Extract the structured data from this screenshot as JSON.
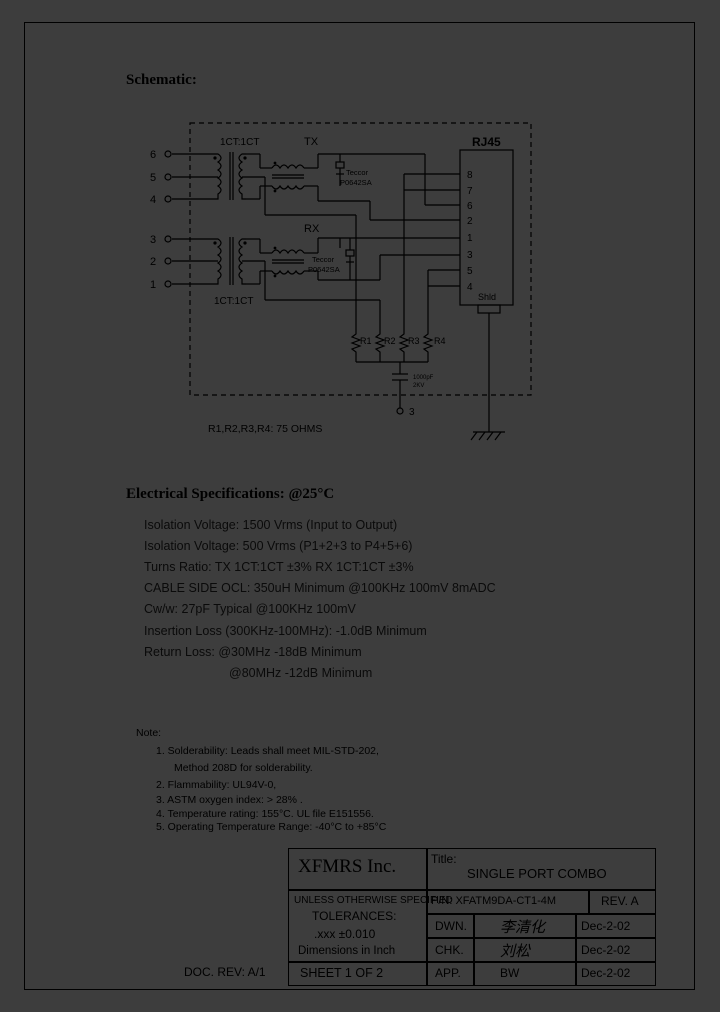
{
  "schematic": {
    "heading": "Schematic:",
    "rj45_label": "RJ45",
    "tx_label": "TX",
    "rx_label": "RX",
    "ratio_top": "1CT:1CT",
    "ratio_bottom": "1CT:1CT",
    "left_pins": [
      "6",
      "5",
      "4",
      "3",
      "2",
      "1"
    ],
    "rj45_pins": [
      "8",
      "7",
      "6",
      "2",
      "1",
      "3",
      "5",
      "4"
    ],
    "rj45_shield": "Shld",
    "teccor_tx": [
      "Teccor",
      "P0642SA"
    ],
    "teccor_rx": [
      "Teccor",
      "P0642SA"
    ],
    "resistors": [
      "R1",
      "R2",
      "R3",
      "R4"
    ],
    "cap_label": [
      "1000pF",
      "2KV"
    ],
    "ground_pin": "3",
    "resistor_note": "R1,R2,R3,R4: 75 OHMS"
  },
  "electrical": {
    "heading": "Electrical   Specifications: @25°C",
    "lines": [
      "Isolation Voltage:  1500 Vrms (Input to Output)",
      "Isolation Voltage:  500 Vrms (P1+2+3 to P4+5+6)",
      "Turns Ratio: TX 1CT:1CT ±3% RX 1CT:1CT ±3%",
      "CABLE SIDE OCL: 350uH Minimum @100KHz 100mV 8mADC",
      "Cw/w: 27pF Typical @100KHz 100mV",
      "Insertion Loss (300KHz-100MHz): -1.0dB Minimum",
      "Return Loss: @30MHz   -18dB Minimum",
      "@80MHz   -12dB Minimum"
    ]
  },
  "notes": {
    "heading": "Note:",
    "items": [
      "1. Solderability: Leads shall meet MIL-STD-202,",
      "Method 208D for solderability.",
      "2. Flammability: UL94V-0,",
      "3. ASTM oxygen index: > 28% .",
      "4. Temperature rating: 155°C. UL file E151556.",
      "5. Operating Temperature Range: -40°C to +85°C"
    ]
  },
  "title_block": {
    "company": "XFMRS Inc.",
    "title_label": "Title:",
    "title_value": "SINGLE PORT COMBO",
    "unless": "UNLESS OTHERWISE SPECIFIED",
    "tolerances": "TOLERANCES:",
    "tol_value": ".xxx ±0.010",
    "dimensions": "Dimensions in Inch",
    "sheet": "SHEET  1  OF  2",
    "pn": "P/N: XFATM9DA-CT1-4M",
    "rev": "REV. A",
    "dwn_label": "DWN.",
    "dwn_sig": "李清化",
    "dwn_date": "Dec-2-02",
    "chk_label": "CHK.",
    "chk_sig": "刘松",
    "chk_date": "Dec-2-02",
    "app_label": "APP.",
    "app_value": "BW",
    "app_date": "Dec-2-02",
    "doc_rev": "DOC. REV: A/1"
  }
}
